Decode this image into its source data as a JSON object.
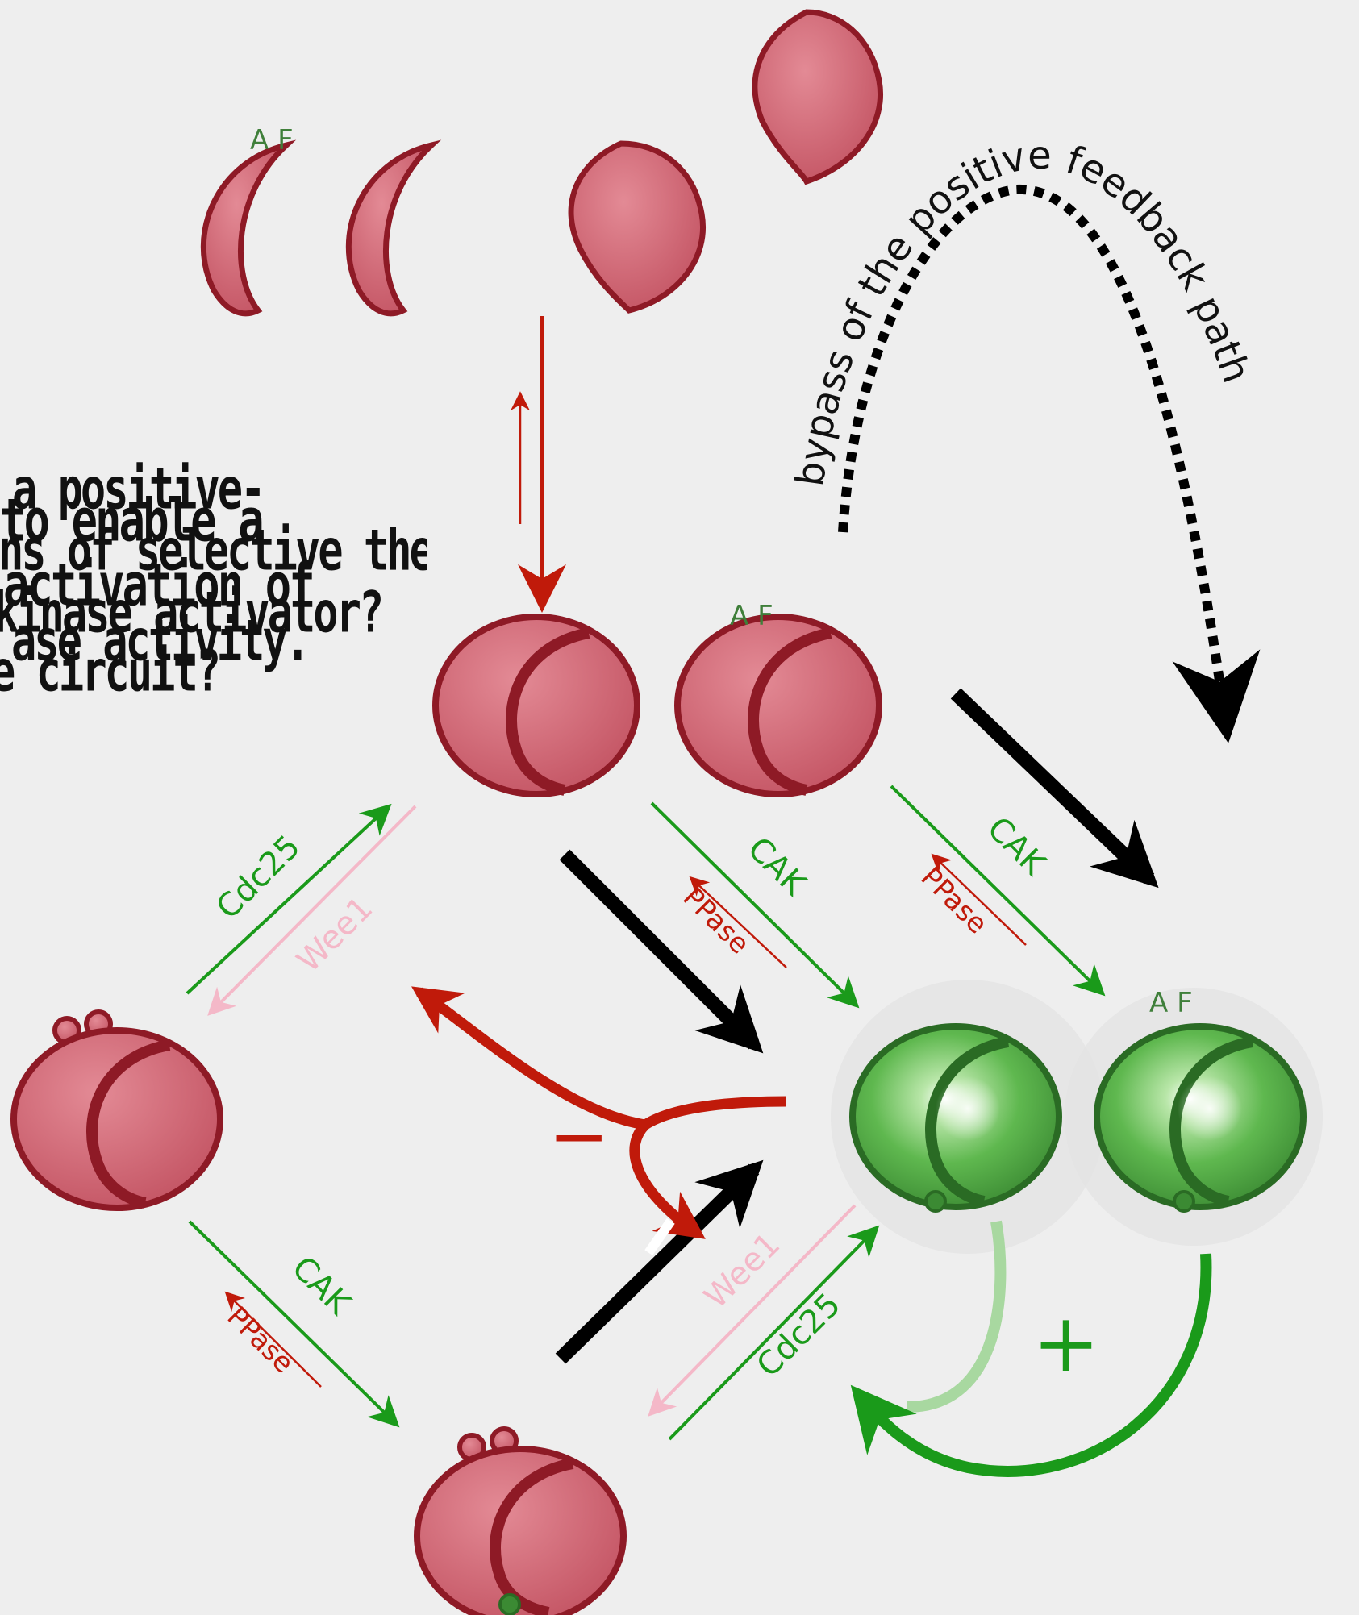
{
  "labels": {
    "af": "A F",
    "cdc25": "Cdc25",
    "wee1": "Wee1",
    "cak": "CAK",
    "ppase": "PPase",
    "minus": "−",
    "plus": "+",
    "bypass": "bypass of the positive feedback path"
  },
  "overlay_text": [
    "a positive-",
    "to  enable  a",
    "ns of selective the",
    "activation of",
    "kinase activator?",
    "ase activity.",
    "e circuit?"
  ],
  "colors": {
    "background": "#eeeeee",
    "inactive_fill": "#d06a78",
    "inactive_stroke": "#8e1a26",
    "active_fill": "#4fae45",
    "active_stroke": "#2a6b24",
    "activation_green": "#1a9a1a",
    "inhibition_red": "#c01a0a",
    "wee1_pink": "#f4b8c8",
    "arrow_black": "#000000"
  }
}
